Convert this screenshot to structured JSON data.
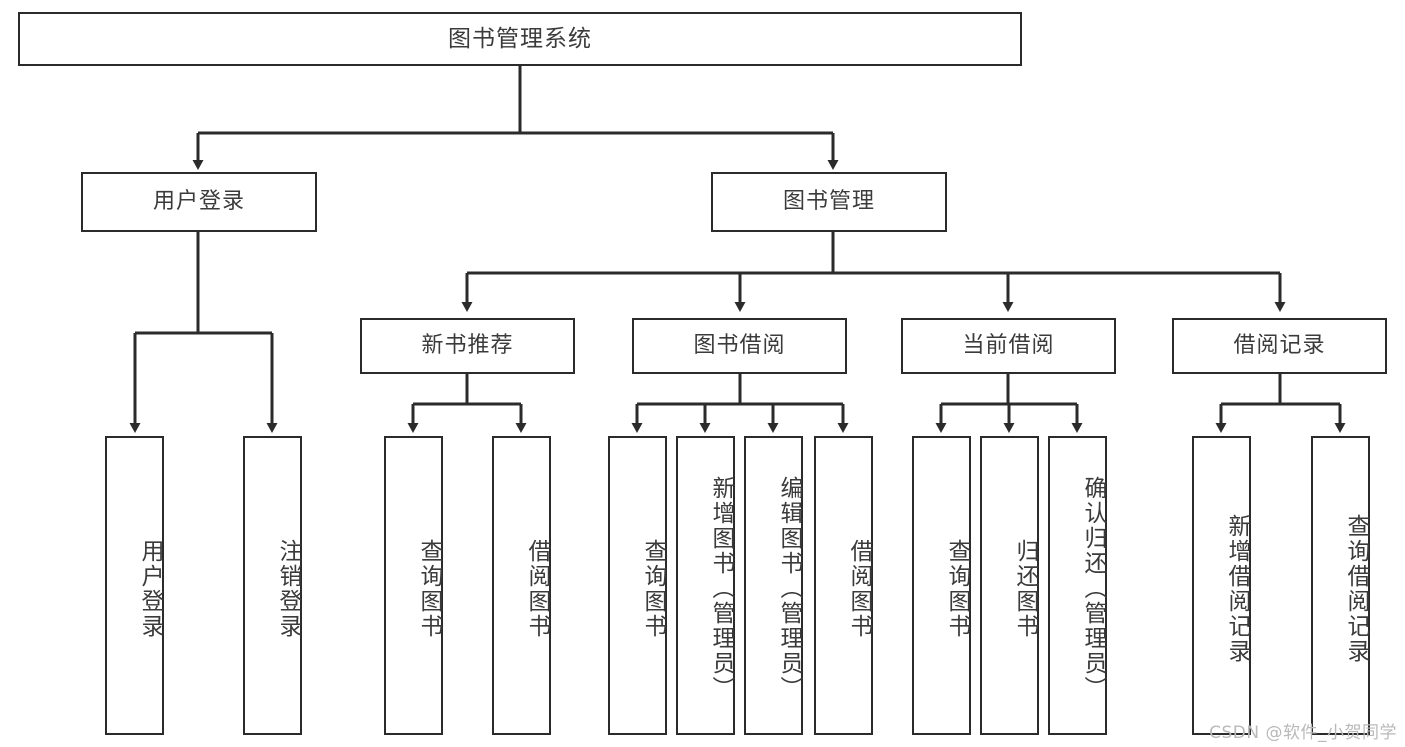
{
  "diagram": {
    "title": "图书管理系统",
    "type": "tree",
    "colors": {
      "box_border": "#2b2b2b",
      "box_fill": "#ffffff",
      "edge": "#2b2b2b",
      "text": "#3b3b3b",
      "watermark": "#b9b9b9",
      "background": "#ffffff"
    },
    "root": {
      "label": "图书管理系统"
    },
    "level2": [
      {
        "label": "用户登录"
      },
      {
        "label": "图书管理"
      }
    ],
    "level3": [
      {
        "label": "新书推荐"
      },
      {
        "label": "图书借阅"
      },
      {
        "label": "当前借阅"
      },
      {
        "label": "借阅记录"
      }
    ],
    "leaves": {
      "user_login": [
        {
          "label": "用户登录"
        },
        {
          "label": "注销登录"
        }
      ],
      "new_book_recommend": [
        {
          "label": "查询图书"
        },
        {
          "label": "借阅图书"
        }
      ],
      "book_borrow": [
        {
          "label": "查询图书"
        },
        {
          "label": "新增图书（管理员）"
        },
        {
          "label": "编辑图书（管理员）"
        },
        {
          "label": "借阅图书"
        }
      ],
      "current_borrow": [
        {
          "label": "查询图书"
        },
        {
          "label": "归还图书"
        },
        {
          "label": "确认归还（管理员）"
        }
      ],
      "borrow_record": [
        {
          "label": "新增借阅记录"
        },
        {
          "label": "查询借阅记录"
        }
      ]
    }
  },
  "watermark": {
    "text": "CSDN @软件_小贺同学"
  }
}
